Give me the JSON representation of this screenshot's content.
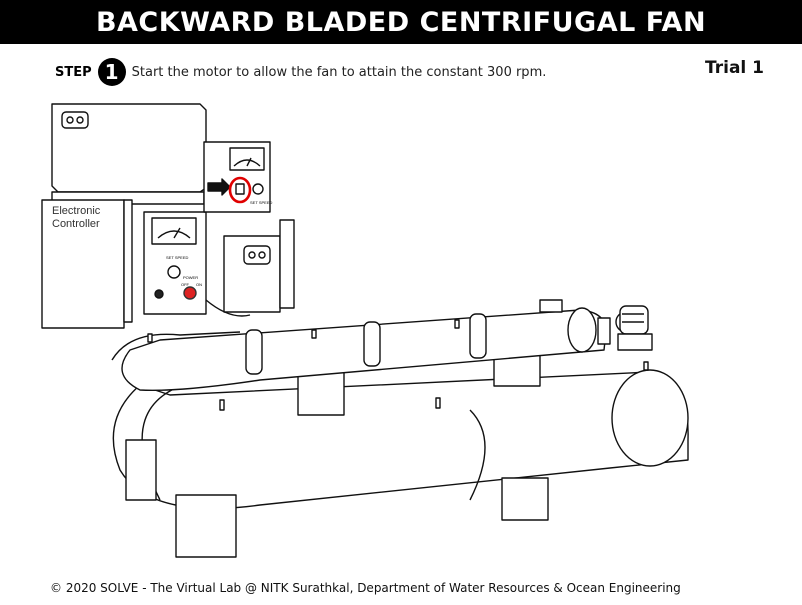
{
  "title": "BACKWARD BLADED CENTRIFUGAL FAN",
  "step": {
    "label": "STEP",
    "number": "1",
    "instruction": "Start the motor to allow the fan to attain the constant 300 rpm."
  },
  "trial": "Trial 1",
  "apparatus": {
    "controller_line1": "Electronic",
    "controller_line2": "Controller",
    "set_speed_1": "SET SPEED",
    "set_speed_2": "SET SPEED",
    "power_label": "POWER",
    "off_label": "OFF",
    "on_label": "ON",
    "highlight_color": "#e00000"
  },
  "footer": "© 2020 SOLVE - The Virtual Lab @ NITK Surathkal, Department of Water Resources & Ocean Engineering"
}
